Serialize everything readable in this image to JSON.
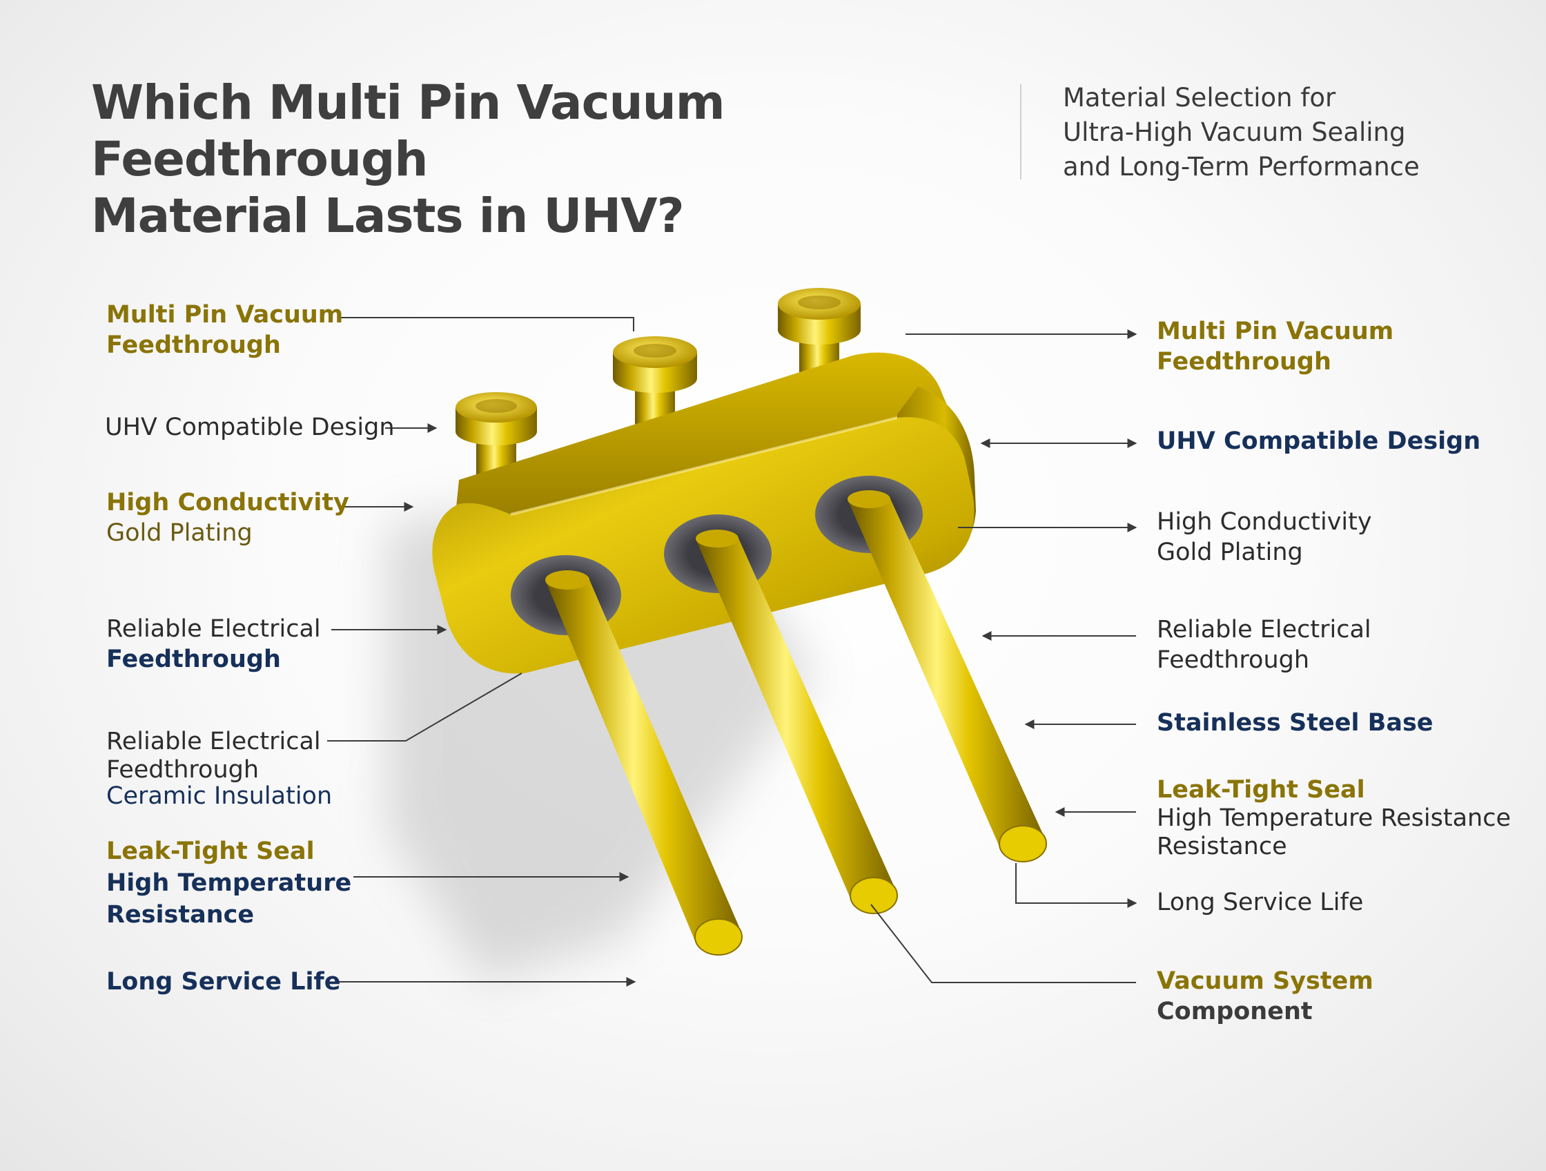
{
  "title": {
    "line1": "Which Multi Pin Vacuum Feedthrough",
    "line2": "Material Lasts in UHV?"
  },
  "subtitle": {
    "line1": "Material Selection for",
    "line2": "Ultra-High Vacuum Sealing",
    "line3": "and Long-Term Performance"
  },
  "left_labels": [
    {
      "lines": [
        "Multi Pin Vacuum",
        "Feedthrough"
      ]
    },
    {
      "lines": [
        "UHV Compatible Design"
      ]
    },
    {
      "lines": [
        "High Conductivity",
        "Gold Plating"
      ]
    },
    {
      "lines": [
        "Reliable Electrical",
        "Feedthrough"
      ]
    },
    {
      "lines": [
        "Reliable Electrical",
        "Feedthrough",
        "Ceramic Insulation"
      ]
    },
    {
      "lines": [
        "Leak-Tight Seal",
        "High Temperature",
        "Resistance"
      ]
    },
    {
      "lines": [
        "Long Service Life"
      ]
    }
  ],
  "right_labels": [
    {
      "lines": [
        "Multi Pin Vacuum",
        "Feedthrough"
      ]
    },
    {
      "lines": [
        "UHV Compatible Design"
      ]
    },
    {
      "lines": [
        "High Conductivity",
        "Gold Plating"
      ]
    },
    {
      "lines": [
        "Reliable Electrical",
        "Feedthrough"
      ]
    },
    {
      "lines": [
        "Stainless Steel Base"
      ]
    },
    {
      "lines": [
        "Leak-Tight Seal",
        "High Temperature Resistance",
        "Resistance"
      ]
    },
    {
      "lines": [
        "Long Service Life"
      ]
    },
    {
      "lines": [
        "Vacuum System",
        "Component"
      ]
    }
  ],
  "colors": {
    "gold": "#8a7407",
    "navy": "#16305a",
    "text": "#2c2c2c",
    "metal_gold": "#d4b600",
    "insulator": "#55555c"
  }
}
